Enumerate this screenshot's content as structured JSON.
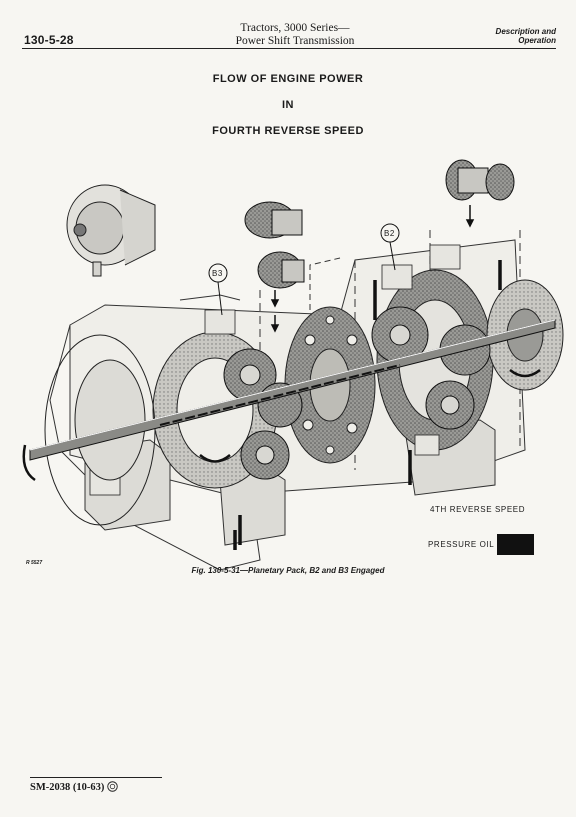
{
  "header": {
    "page_number": "130-5-28",
    "title_line1": "Tractors, 3000 Series—",
    "title_line2": "Power Shift Transmission",
    "section_line1": "Description and",
    "section_line2": "Operation"
  },
  "title": {
    "line1": "FLOW OF ENGINE POWER",
    "line2": "IN",
    "line3": "FOURTH REVERSE SPEED"
  },
  "figure": {
    "label_b3": "B3",
    "label_b2": "B2",
    "speed_label": "4TH REVERSE SPEED",
    "legend_label": "PRESSURE OIL",
    "ref_number": "R 5527",
    "caption": "Fig. 130-5-31—Planetary Pack, B2 and B3 Engaged"
  },
  "footer": {
    "text": "SM-2038   (10-63)"
  }
}
